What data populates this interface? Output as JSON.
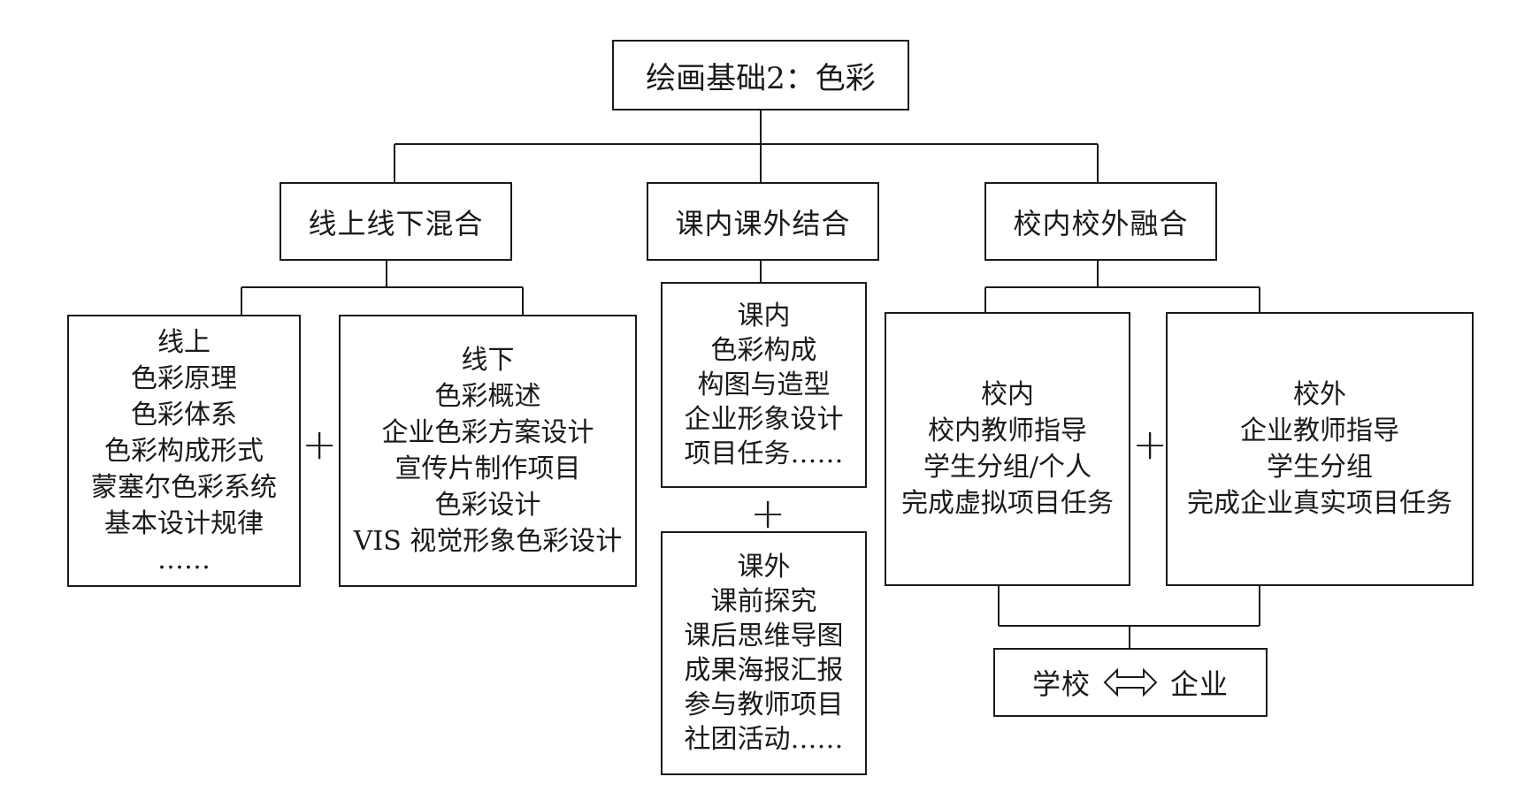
{
  "root": {
    "title": "绘画基础2：色彩"
  },
  "branches": [
    {
      "title": "线上线下混合",
      "children": [
        {
          "lines": [
            "线上",
            "色彩原理",
            "色彩体系",
            "色彩构成形式",
            "蒙塞尔色彩系统",
            "基本设计规律",
            "……"
          ]
        },
        {
          "lines": [
            "线下",
            "色彩概述",
            "企业色彩方案设计",
            "宣传片制作项目",
            "色彩设计",
            "VIS 视觉形象色彩设计"
          ]
        }
      ],
      "joiner": "+"
    },
    {
      "title": "课内课外结合",
      "children": [
        {
          "lines": [
            "课内",
            "色彩构成",
            "构图与造型",
            "企业形象设计",
            "项目任务……"
          ]
        },
        {
          "lines": [
            "课外",
            "课前探究",
            "课后思维导图",
            "成果海报汇报",
            "参与教师项目",
            "社团活动……"
          ]
        }
      ],
      "joiner": "+"
    },
    {
      "title": "校内校外融合",
      "children": [
        {
          "lines": [
            "校内",
            "校内教师指导",
            "学生分组/个人",
            "完成虚拟项目任务"
          ]
        },
        {
          "lines": [
            "校外",
            "企业教师指导",
            "学生分组",
            "完成企业真实项目任务"
          ]
        }
      ],
      "joiner": "+",
      "result": {
        "left": "学校",
        "right": "企业",
        "arrow_icon": "double-arrow-icon"
      }
    }
  ],
  "colors": {
    "stroke": "#1a1a1a",
    "background": "#ffffff"
  }
}
